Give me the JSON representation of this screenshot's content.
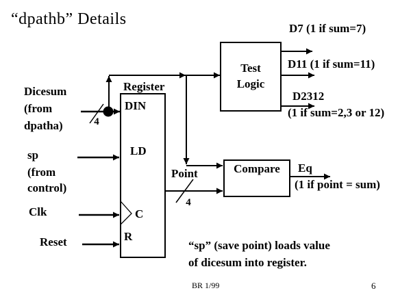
{
  "title": "“dpathb” Details",
  "diagram": {
    "register": {
      "label": "Register",
      "ports": {
        "din": "DIN",
        "ld": "LD",
        "c": "C",
        "r": "R"
      }
    },
    "test_logic": {
      "line1": "Test",
      "line2": "Logic"
    },
    "compare": {
      "label": "Compare"
    },
    "inputs": {
      "dicesum": {
        "line1": "Dicesum",
        "line2": "(from",
        "line3": "dpatha)"
      },
      "sp": {
        "line1": "sp",
        "line2": "(from",
        "line3": "control)"
      },
      "clk": "Clk",
      "reset": "Reset"
    },
    "buses": {
      "dicesum_width": "4",
      "point_width": "4"
    },
    "point_label": "Point",
    "outputs": {
      "d7": "D7 (1 if sum=7)",
      "d11": "D11 (1 if sum=11)",
      "d2312_line1": "D2312",
      "d2312_line2": "(1 if sum=2,3 or 12)",
      "eq": "Eq",
      "eq_note": "(1 if point = sum)"
    }
  },
  "caption": {
    "line1": "“sp” (save point) loads value",
    "line2": "of dicesum into register."
  },
  "footer": {
    "credit": "BR 1/99",
    "page_number": "6"
  },
  "colors": {
    "ink": "#000000",
    "background": "#ffffff"
  }
}
